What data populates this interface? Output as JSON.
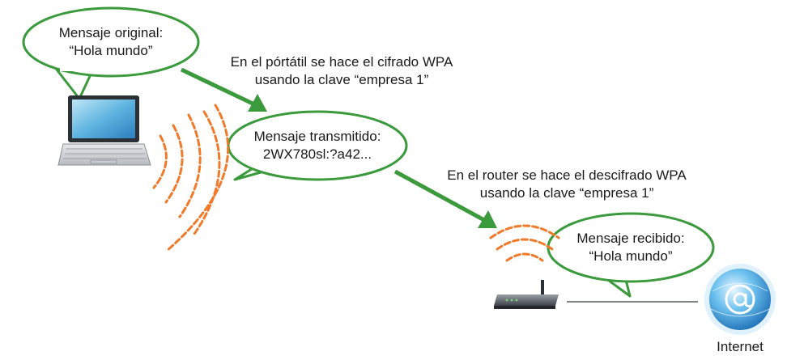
{
  "bubbles": {
    "original": {
      "line1": "Mensaje original:",
      "line2": "“Hola mundo”"
    },
    "transmitted": {
      "line1": "Mensaje transmitido:",
      "line2": "2WX780sl:?a42..."
    },
    "received": {
      "line1": "Mensaje recibido:",
      "line2": "“Hola mundo”"
    }
  },
  "steps": {
    "laptop_encrypt": {
      "line1": "En el pórtátil se hace el  cifrado WPA",
      "line2": "usando la clave “empresa 1”"
    },
    "router_decrypt": {
      "line1": "En el router se hace el descifrado WPA",
      "line2": "usando la clave “empresa 1”"
    }
  },
  "internet_label": "Internet",
  "icons": [
    "laptop-icon",
    "router-icon",
    "internet-globe-icon",
    "wifi-signal-icon"
  ],
  "colors": {
    "bubble_border": "#3a9a3c",
    "arrow": "#3a9a3c",
    "signal": "#f07a2a",
    "text": "#1a1a1a",
    "globe": "#2f8fd0"
  }
}
